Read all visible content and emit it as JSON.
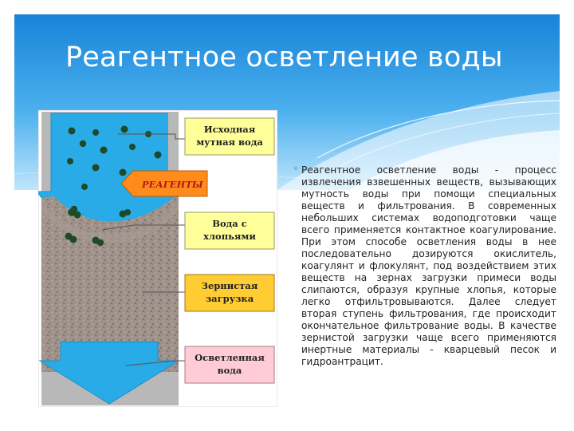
{
  "slide": {
    "title": "Реагентное осветление воды",
    "bullet_text": "Реагентное осветление воды - процесс извлечения взвешенных веществ, вызывающих мутность воды при помощи специальных веществ и фильтрования. В современных небольших системах водоподготовки чаще всего применяется контактное коагулирование. При этом способе осветления воды в нее последовательно дозируются окислитель, коагулянт и флокулянт, под воздействием этих веществ на зернах загрузки примеси воды слипаются, образуя крупные хлопья, которые легко отфильтровываются. Далее следует вторая ступень фильтрования, где происходит окончательное фильтрование воды. В качестве зернистой загрузки чаще всего применяются инертные материалы - кварцевый песок и гидроантрацит.",
    "bullet_glyph": "*"
  },
  "diagram": {
    "labels": {
      "source_water": [
        "Исходная",
        "мутная вода"
      ],
      "reagents": "РЕАГЕНТЫ",
      "floc_water": [
        "Вода с",
        "хлопьями"
      ],
      "granular_load": [
        "Зернистая",
        "загрузка"
      ],
      "clarified_water": [
        "Осветленная",
        "вода"
      ]
    }
  },
  "colors": {
    "header_blue": "#1e8fe0",
    "water_blue": "#29abe8",
    "label_box_fill": "#ffff99",
    "label_box_fill_alt": "#ffcc33",
    "reagent_box_fill": "#ff8c1a",
    "reagent_text": "#b0181c",
    "clarified_box_fill": "#ffccd6",
    "bullet": "#5aa8d8"
  }
}
